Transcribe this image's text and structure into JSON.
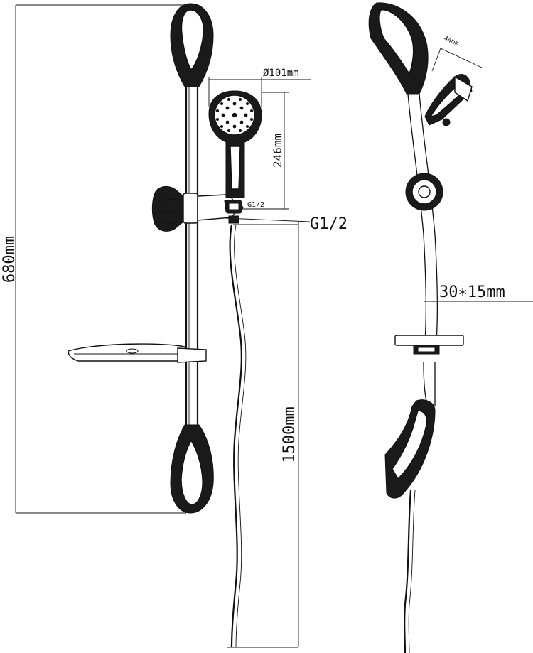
{
  "dimensions": {
    "total_height": "680mm",
    "head_diameter": "Ø101mm",
    "head_length": "246mm",
    "thread_small": "G1/2",
    "thread_large": "G1/2",
    "hose_length": "1500mm",
    "rail_section": "30∗15mm",
    "head_thickness": "44mm"
  }
}
